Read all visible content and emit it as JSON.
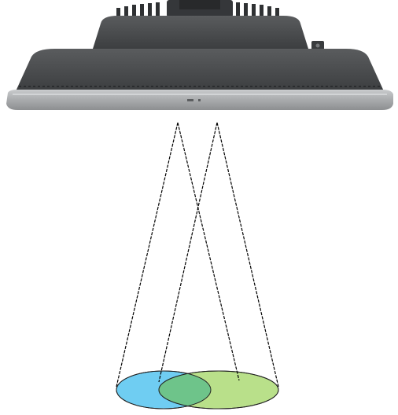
{
  "diagram": {
    "device": {
      "icon": "ceiling-mounted-radar-sensor",
      "body_color": "#4b4d4f",
      "body_dark_color": "#3a3c3e",
      "base_color": "#b4b6b8",
      "base_highlight_color": "#d8dadc"
    },
    "beams": [
      {
        "name": "beam-left",
        "stroke": "#000000",
        "dash": "dashed"
      },
      {
        "name": "beam-right",
        "stroke": "#000000",
        "dash": "dashed"
      }
    ],
    "coverage_areas": [
      {
        "name": "coverage-left",
        "fill": "#6fcdf2"
      },
      {
        "name": "coverage-right",
        "fill": "#b9e08a"
      },
      {
        "name": "coverage-overlap",
        "fill": "#6ec48a"
      }
    ]
  }
}
